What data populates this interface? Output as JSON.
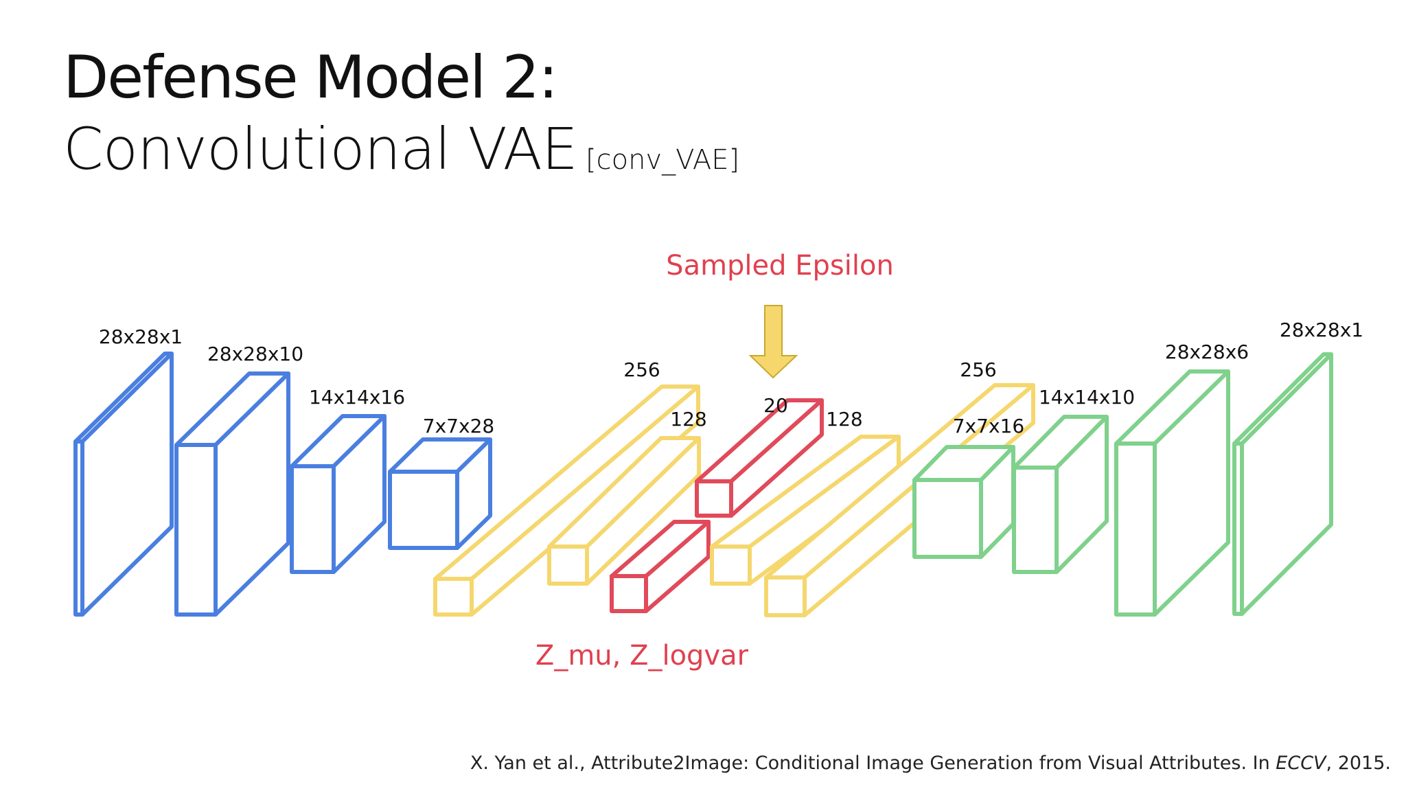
{
  "title": "Defense Model 2:",
  "subtitle": "Convolutional VAE",
  "subtitle_tag": "[conv_VAE]",
  "colors": {
    "encoder": "#4a7fe0",
    "bottleneck": "#f5d76e",
    "latent": "#e04a5a",
    "decoder": "#7fd18c",
    "arrow_fill": "#f5d76e",
    "arrow_stroke": "#c9a92c"
  },
  "layers": [
    {
      "label": "28x28x1",
      "group": "encoder"
    },
    {
      "label": "28x28x10",
      "group": "encoder"
    },
    {
      "label": "14x14x16",
      "group": "encoder"
    },
    {
      "label": "7x7x28",
      "group": "encoder"
    },
    {
      "label": "256",
      "group": "bottleneck"
    },
    {
      "label": "128",
      "group": "bottleneck"
    },
    {
      "label": "",
      "group": "latent"
    },
    {
      "label": "20",
      "group": "latent"
    },
    {
      "label": "128",
      "group": "bottleneck"
    },
    {
      "label": "256",
      "group": "bottleneck"
    },
    {
      "label": "7x7x16",
      "group": "decoder"
    },
    {
      "label": "14x14x10",
      "group": "decoder"
    },
    {
      "label": "28x28x6",
      "group": "decoder"
    },
    {
      "label": "28x28x1",
      "group": "decoder"
    }
  ],
  "annotations": {
    "sampled_epsilon": "Sampled Epsilon",
    "z_params": "Z_mu, Z_logvar"
  },
  "citation": {
    "before": "X. Yan et al., Attribute2Image: Conditional Image Generation from Visual Attributes. In ",
    "venue": "ECCV",
    "after": ", 2015."
  }
}
